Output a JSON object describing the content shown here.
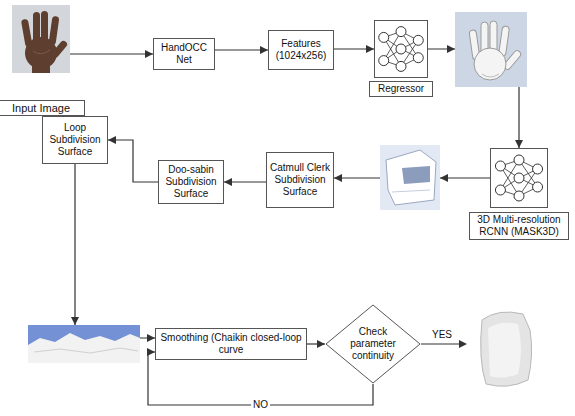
{
  "diagram": {
    "nodes": [
      {
        "text": [
          "Input Image"
        ]
      },
      {
        "text": [
          "HandOCC Net"
        ]
      },
      {
        "text": [
          "Features (1024x256)"
        ]
      },
      {
        "text": [
          "Regressor"
        ]
      },
      {
        "text": [
          "Loop Subdivision Surface"
        ]
      },
      {
        "text": [
          "Doo-sabin Subdivision Surface"
        ]
      },
      {
        "text": [
          "Catmull Clerk Subdivision Surface"
        ]
      },
      {
        "text": [
          "3D Multi-resolution RCNN (MASK3D)"
        ]
      },
      {
        "text": [
          "Smoothing (Chaikin closed-loop curve"
        ]
      },
      {
        "text": [
          "Check parameter continuity"
        ]
      }
    ],
    "edges": [
      {
        "from": 0,
        "to": 1,
        "arrow": "to"
      },
      {
        "from": 1,
        "to": 2,
        "arrow": "to"
      },
      {
        "from": 2,
        "to": 3,
        "arrow": "to"
      },
      {
        "from": 3,
        "to": 7,
        "arrow": "to"
      },
      {
        "from": 7,
        "to": 6,
        "arrow": "to"
      },
      {
        "from": 6,
        "to": 5,
        "arrow": "to"
      },
      {
        "from": 5,
        "to": 4,
        "arrow": "to"
      },
      {
        "from": 4,
        "to": 8,
        "arrow": "to"
      },
      {
        "from": 8,
        "to": 9,
        "arrow": "to"
      },
      {
        "from": 9,
        "to": 8,
        "label": "NO",
        "arrow": "to"
      }
    ],
    "labels": [
      "YES"
    ]
  }
}
